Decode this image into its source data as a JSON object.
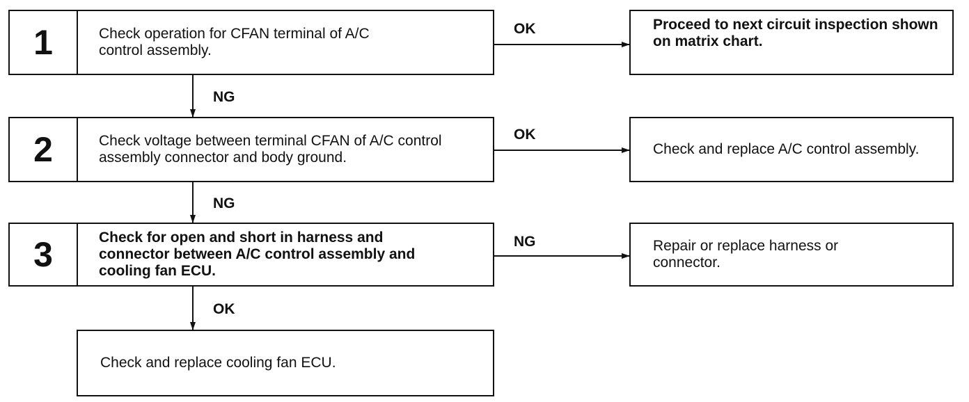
{
  "steps": [
    {
      "number": "1",
      "text": "Check operation for CFAN terminal of A/C control assembly."
    },
    {
      "number": "2",
      "text": "Check voltage between terminal CFAN of A/C control assembly connector and body ground."
    },
    {
      "number": "3",
      "text": "Check for open and short in harness and connector between A/C control assembly and cooling fan ECU."
    }
  ],
  "results": [
    {
      "label": "OK",
      "text": "Proceed to next circuit inspection shown on matrix chart."
    },
    {
      "label": "OK",
      "text": "Check and replace A/C control assembly."
    },
    {
      "label": "NG",
      "text": "Repair or replace harness or connector."
    }
  ],
  "downward_labels": [
    "NG",
    "NG",
    "OK"
  ],
  "final": {
    "text": "Check and replace cooling fan ECU."
  }
}
